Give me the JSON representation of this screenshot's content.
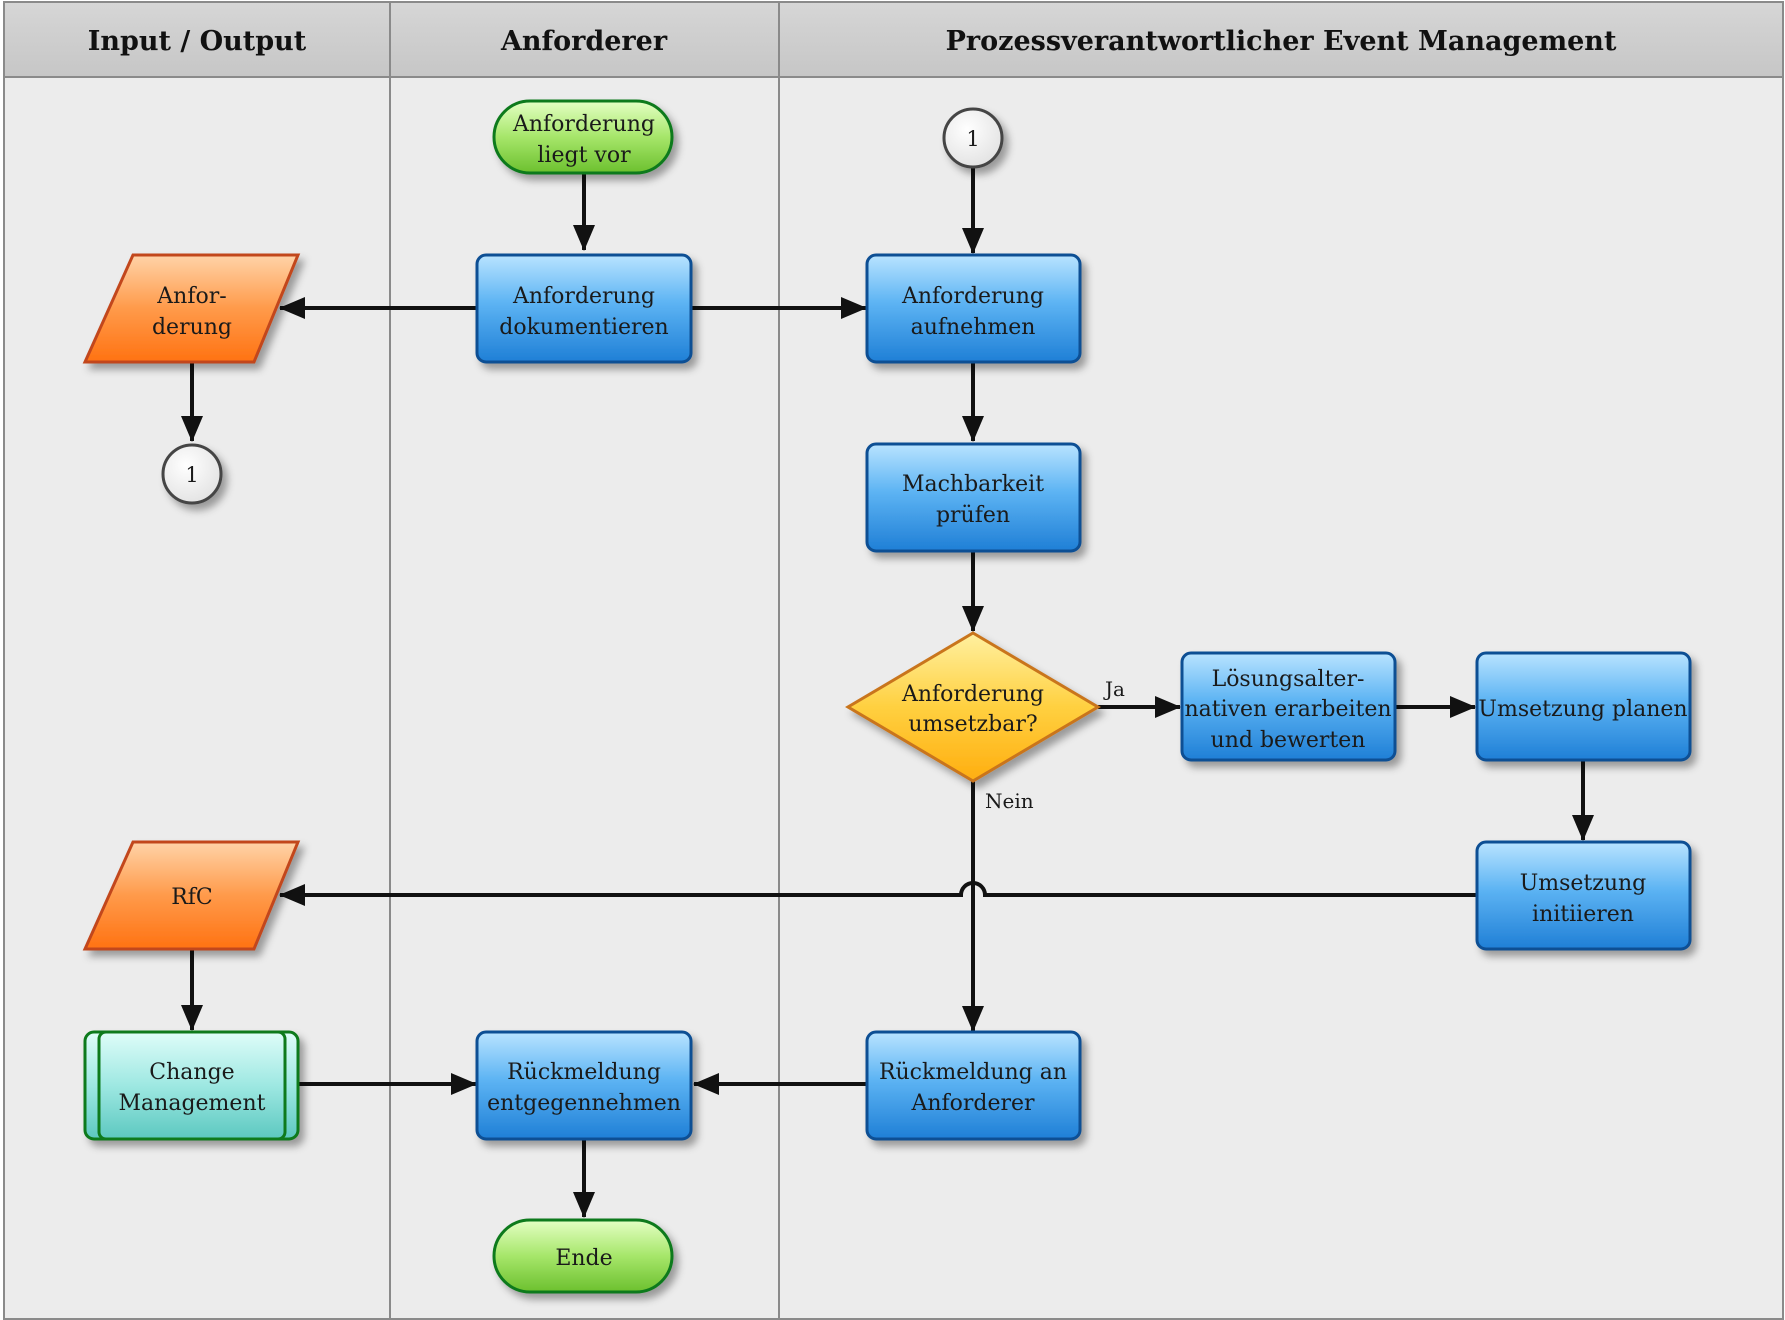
{
  "lanes": {
    "io": "Input / Output",
    "requester": "Anforderer",
    "owner": "Prozessverantwortlicher Event Management"
  },
  "nodes": {
    "start": [
      "Anforderung",
      "liegt vor"
    ],
    "connector_top": "1",
    "doc_request": [
      "Anforderung",
      "dokumentieren"
    ],
    "take_request": [
      "Anforderung",
      "aufnehmen"
    ],
    "artifact_request": [
      "Anfor-",
      "derung"
    ],
    "connector_left": "1",
    "check_feasibility": [
      "Machbarkeit",
      "prüfen"
    ],
    "decision": [
      "Anforderung",
      "umsetzbar?"
    ],
    "alternatives": [
      "Lösungsalter-",
      "nativen erarbeiten",
      "und bewerten"
    ],
    "plan": [
      "Umsetzung planen"
    ],
    "initiate": [
      "Umsetzung",
      "initiieren"
    ],
    "rfc": [
      "RfC"
    ],
    "change_mgmt": [
      "Change",
      "Management"
    ],
    "receive_feedback": [
      "Rückmeldung",
      "entgegennehmen"
    ],
    "feedback_to_requester": [
      "Rückmeldung an",
      "Anforderer"
    ],
    "end": [
      "Ende"
    ]
  },
  "edge_labels": {
    "yes": "Ja",
    "no": "Nein"
  },
  "colors": {
    "process": "#2f8ee0",
    "terminal": "#8fd64a",
    "data": "#ff8a2a",
    "decision": "#ffc020",
    "subprocess": "#6fd6d0",
    "connector": "#ffffff",
    "lane_bg": "#ececec",
    "header_bg": "#cfcfcf"
  }
}
